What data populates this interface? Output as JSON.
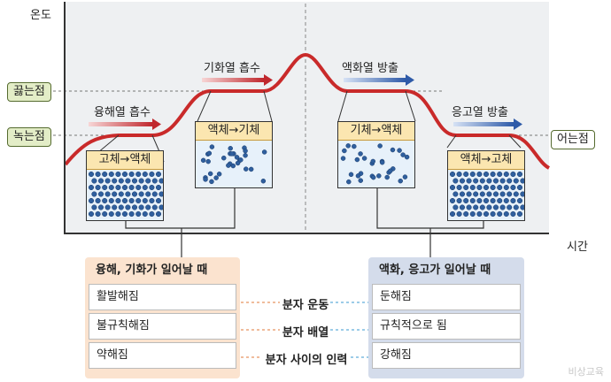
{
  "axes": {
    "y_label": "온도",
    "x_label": "시간"
  },
  "points": {
    "boiling": "끓는점",
    "melting": "녹는점",
    "freezing": "어는점"
  },
  "arrows": {
    "fusion": "융해열 흡수",
    "vaporization": "기화열 흡수",
    "liquefaction": "액화열 방출",
    "solidification": "응고열 방출"
  },
  "boxes": {
    "solid_to_liquid": "고체→액체",
    "liquid_to_gas": "액체→기체",
    "gas_to_liquid": "기체→액체",
    "liquid_to_solid": "액체→고체"
  },
  "left_panel": {
    "title": "융해, 기화가 일어날 때",
    "rows": [
      "활발해짐",
      "불규칙해짐",
      "약해짐"
    ]
  },
  "right_panel": {
    "title": "액화, 응고가 일어날 때",
    "rows": [
      "둔해짐",
      "규칙적으로 됨",
      "강해짐"
    ]
  },
  "middle_labels": [
    "분자 운동",
    "분자 배열",
    "분자 사이의 인력"
  ],
  "watermark": "비상교육",
  "colors": {
    "heat_absorb": "#c0282e",
    "heat_release": "#2e5aa8",
    "curve": "#c92a2a"
  }
}
